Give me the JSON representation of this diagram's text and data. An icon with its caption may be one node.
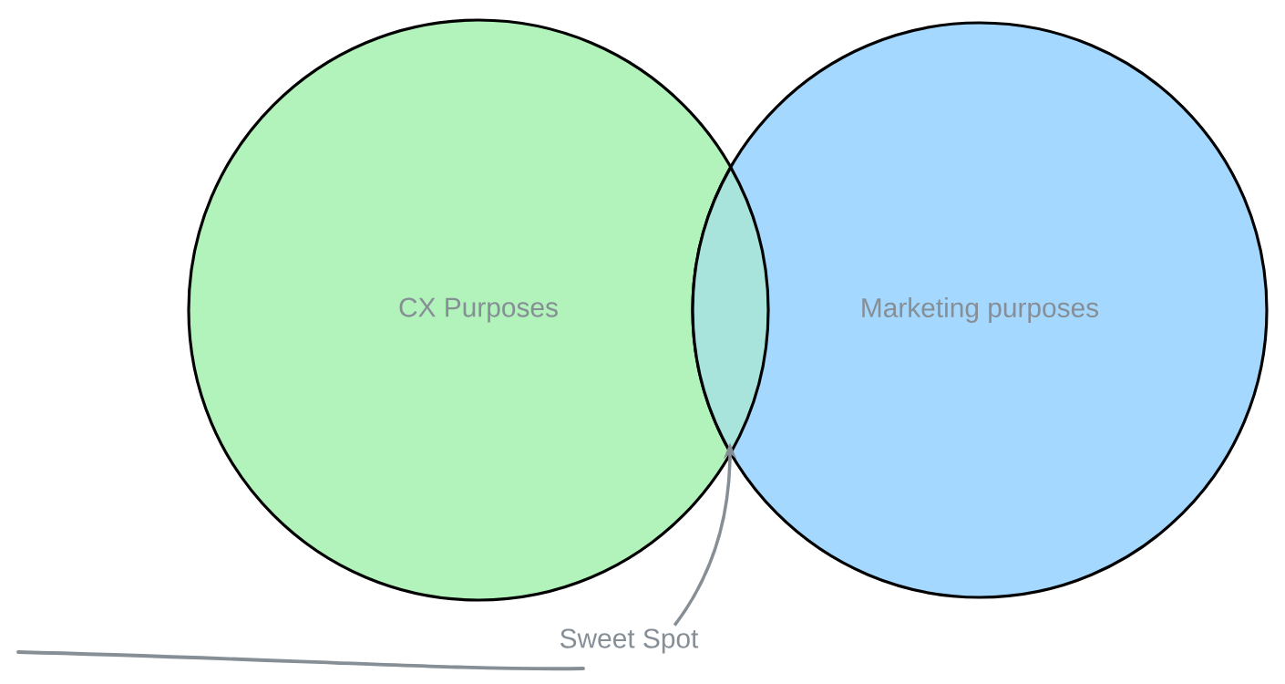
{
  "diagram": {
    "nodes": [
      {
        "text": [
          "CX Purposes"
        ]
      },
      {
        "text": [
          "Marketing purposes"
        ]
      },
      {
        "text": [
          "Sweet Spot"
        ]
      },
      {
        "text": [],
        "shape": "lens"
      }
    ],
    "edges": [
      {
        "from": 2,
        "to": 3,
        "arrow": "to"
      }
    ]
  }
}
